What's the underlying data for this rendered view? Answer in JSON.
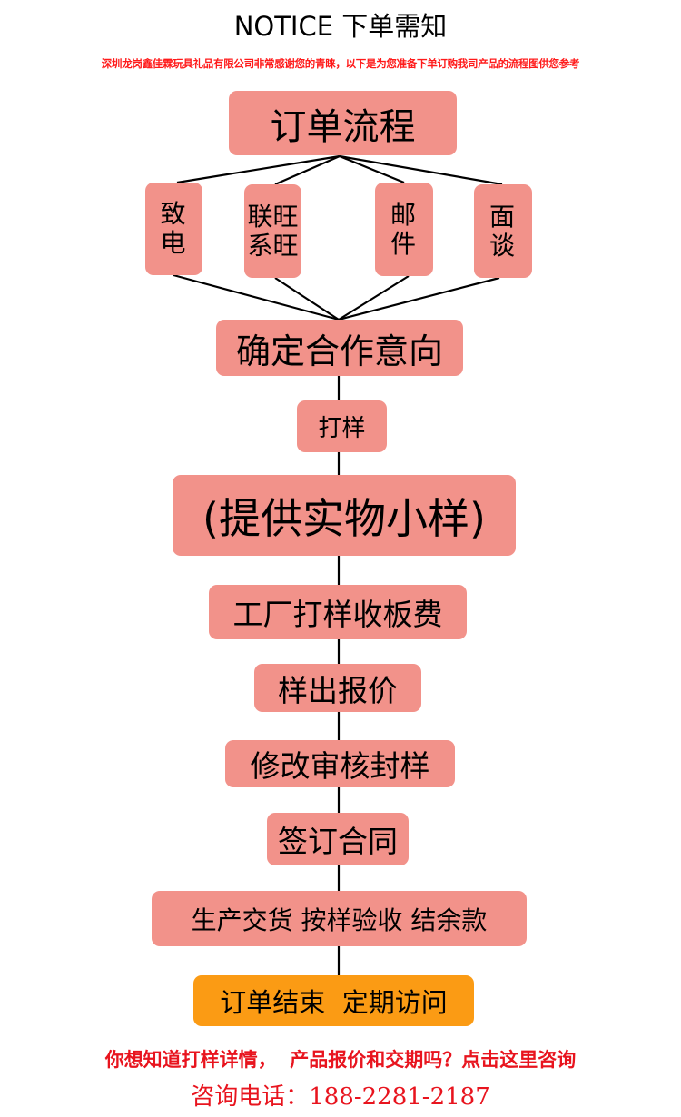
{
  "header": {
    "title": "NOTICE 下单需知",
    "subtitle": "深圳龙岗鑫佳霖玩具礼品有限公司非常感谢您的青睐，以下是为您准备下单订购我司产品的流程图供您参考"
  },
  "colors": {
    "box_fill": "#f2928a",
    "end_box_fill": "#fb9b14",
    "accent_red": "#e8141e",
    "line": "#000000"
  },
  "flow": {
    "root": "订单流程",
    "channels": [
      {
        "line1": "致",
        "line2": "电"
      },
      {
        "line1": "联旺",
        "line2": "系旺"
      },
      {
        "line1": "邮",
        "line2": "件"
      },
      {
        "line1": "面",
        "line2": "谈"
      }
    ],
    "steps": [
      "确定合作意向",
      "打样",
      "(提供实物小样)",
      "工厂打样收板费",
      "样出报价",
      "修改审核封样",
      "签订合同",
      "生产交货 按样验收 结余款"
    ],
    "end": "订单结束  定期访问"
  },
  "footer": {
    "cta": "你想知道打样详情，  产品报价和交期吗？点击这里咨询",
    "phone": "咨询电话：188-2281-2187"
  }
}
